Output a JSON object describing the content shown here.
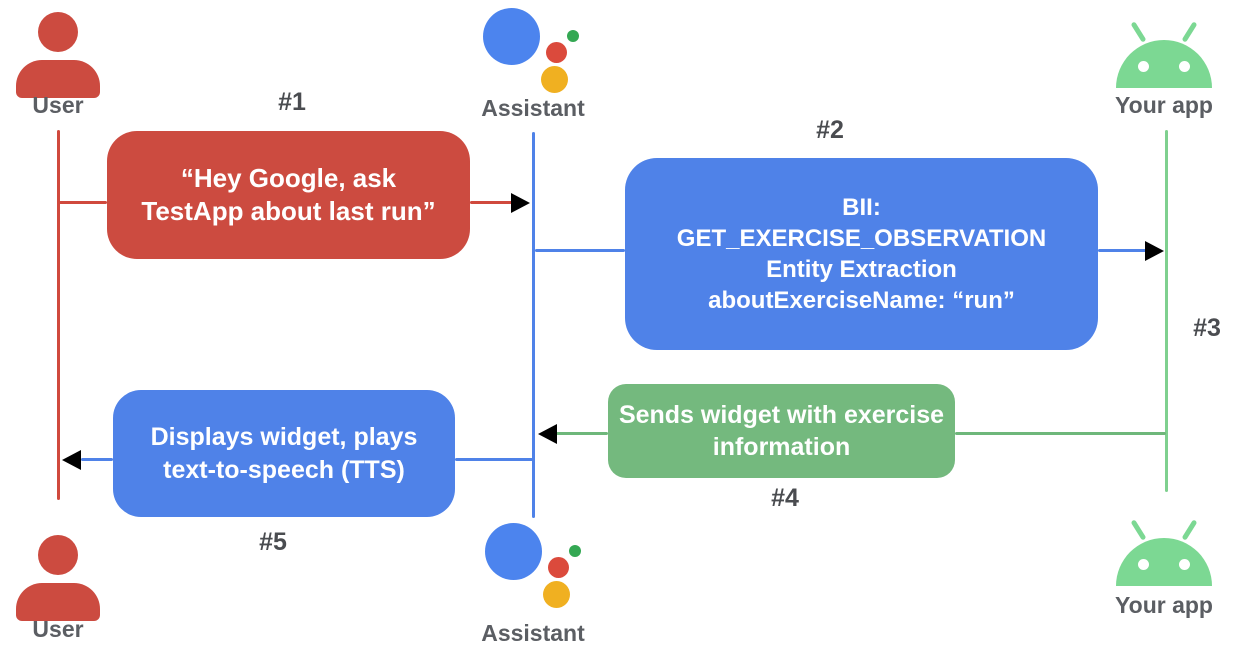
{
  "diagram": {
    "actors": {
      "user_top": "User",
      "assistant_top": "Assistant",
      "yourapp_top": "Your app",
      "user_bottom": "User",
      "assistant_bottom": "Assistant",
      "yourapp_bottom": "Your app"
    },
    "steps": {
      "s1": "#1",
      "s2": "#2",
      "s3": "#3",
      "s4": "#4",
      "s5": "#5"
    },
    "messages": {
      "m1": [
        "“Hey Google, ask",
        "TestApp about last run”"
      ],
      "m2": [
        "BII:",
        "GET_EXERCISE_OBSERVATION",
        "Entity Extraction",
        "aboutExerciseName: “run”"
      ],
      "m4": [
        "Sends widget with exercise",
        "information"
      ],
      "m5": [
        "Displays widget, plays",
        "text-to-speech (TTS)"
      ]
    },
    "icons": {
      "user": "person-icon",
      "assistant": "google-assistant-logo",
      "yourapp": "android-robot-icon"
    },
    "colors": {
      "message_red": "#CC4B40",
      "message_blue": "#4F82E8",
      "message_green": "#74B97E",
      "lifeline_red": "#D0493D",
      "lifeline_blue": "#4F82E8",
      "lifeline_green": "#7FD08F",
      "android_green": "#7CD893",
      "logo_blue": "#4C84EE",
      "logo_red": "#DB4A3C",
      "logo_green": "#34A853",
      "logo_yellow": "#F0B021",
      "label_gray": "#5B5E63"
    }
  }
}
